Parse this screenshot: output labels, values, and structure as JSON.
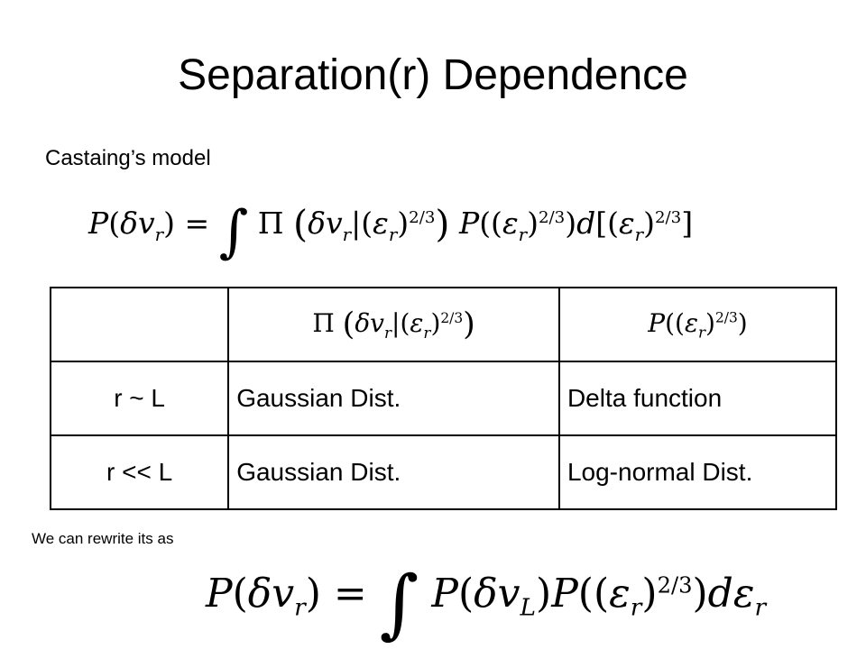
{
  "slide": {
    "title": "Separation(r) Dependence",
    "subtitle": "Castaing’s model",
    "note": "We can rewrite its as"
  },
  "table": {
    "header": [
      "",
      "Π (δv_r | (ε_r)^2/3)",
      "P((ε_r)^2/3)"
    ],
    "rows": [
      {
        "label": "r ~ L",
        "col1": "Gaussian Dist.",
        "col2": "Delta function"
      },
      {
        "label": "r << L",
        "col1": "Gaussian Dist.",
        "col2": "Log-normal Dist."
      }
    ]
  },
  "equations": {
    "castaing": "P(δv_r) = ∫ Π (δv_r | (ε_r)^2/3) P((ε_r)^2/3) d[(ε_r)^2/3]",
    "rewrite": "P(δv_r) = ∫ P(δv_L) P((ε_r)^2/3) dε_r"
  }
}
